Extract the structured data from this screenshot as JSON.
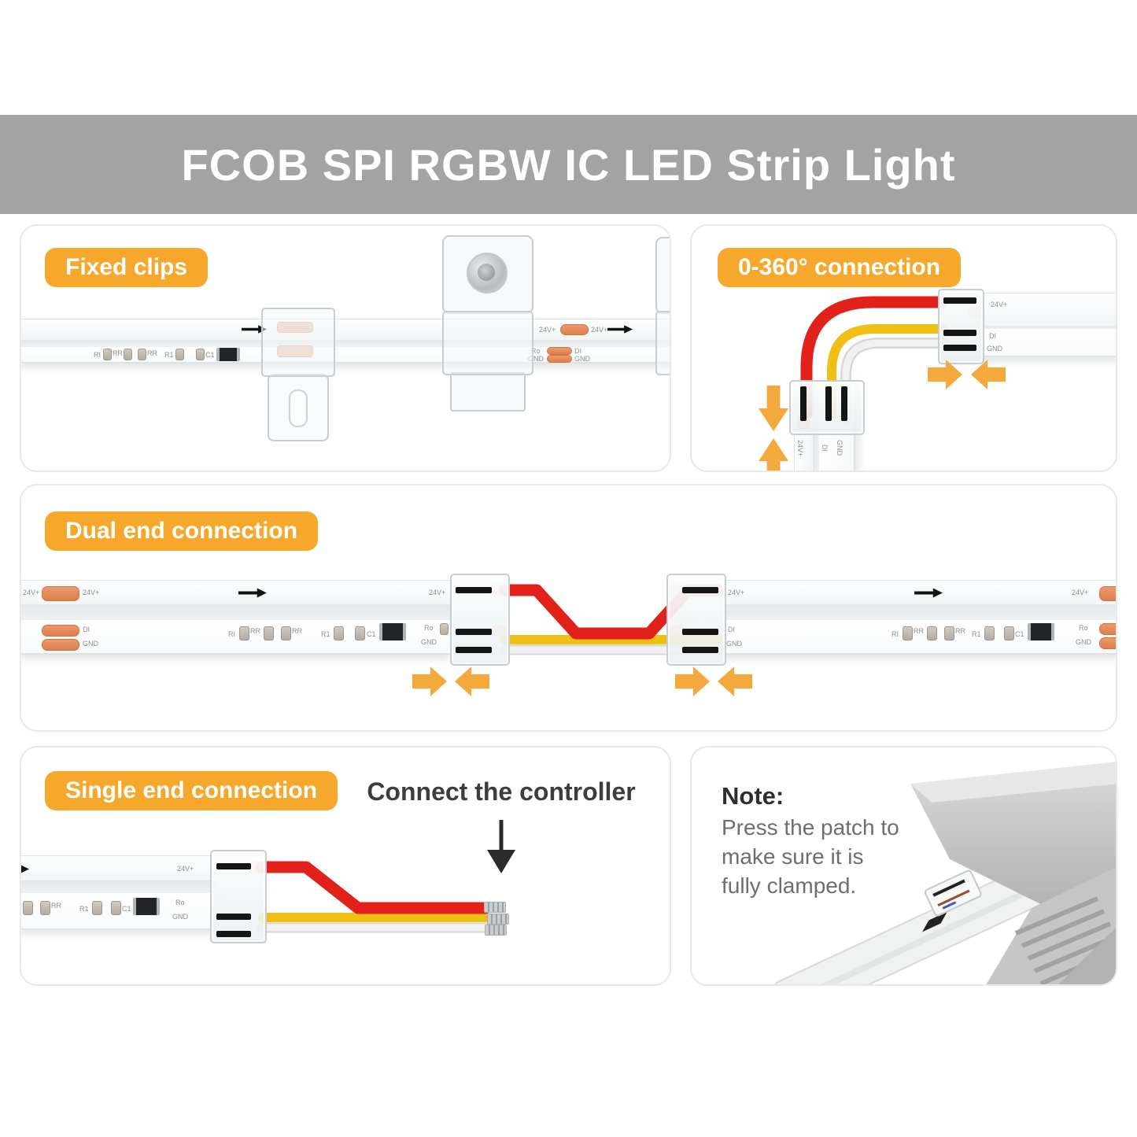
{
  "title": "FCOB SPI RGBW IC LED Strip Light",
  "panels": {
    "fixed_clips": {
      "label": "Fixed clips"
    },
    "connection_360": {
      "label": "0-360° connection"
    },
    "dual_end": {
      "label": "Dual end connection"
    },
    "single_end": {
      "label": "Single end connection",
      "heading": "Connect the controller"
    },
    "note": {
      "title": "Note:",
      "lines": [
        "Press the patch to",
        "make sure it is",
        "fully clamped."
      ]
    }
  },
  "labels": {
    "v24": "24V+",
    "di": "DI",
    "gnd": "GND",
    "ro": "Ro",
    "r1": "R1",
    "c1": "C1",
    "ri": "RI",
    "rr": "RR"
  },
  "colors": {
    "banner_gray": "#a3a3a3",
    "pill_orange": "#f5a82b",
    "arrow_orange": "#f3a93b",
    "wire_red": "#e3211b",
    "wire_yellow": "#efc013",
    "wire_white": "#efefef",
    "pad_copper": "#e58d5f",
    "strip_border": "#dde2e4"
  }
}
